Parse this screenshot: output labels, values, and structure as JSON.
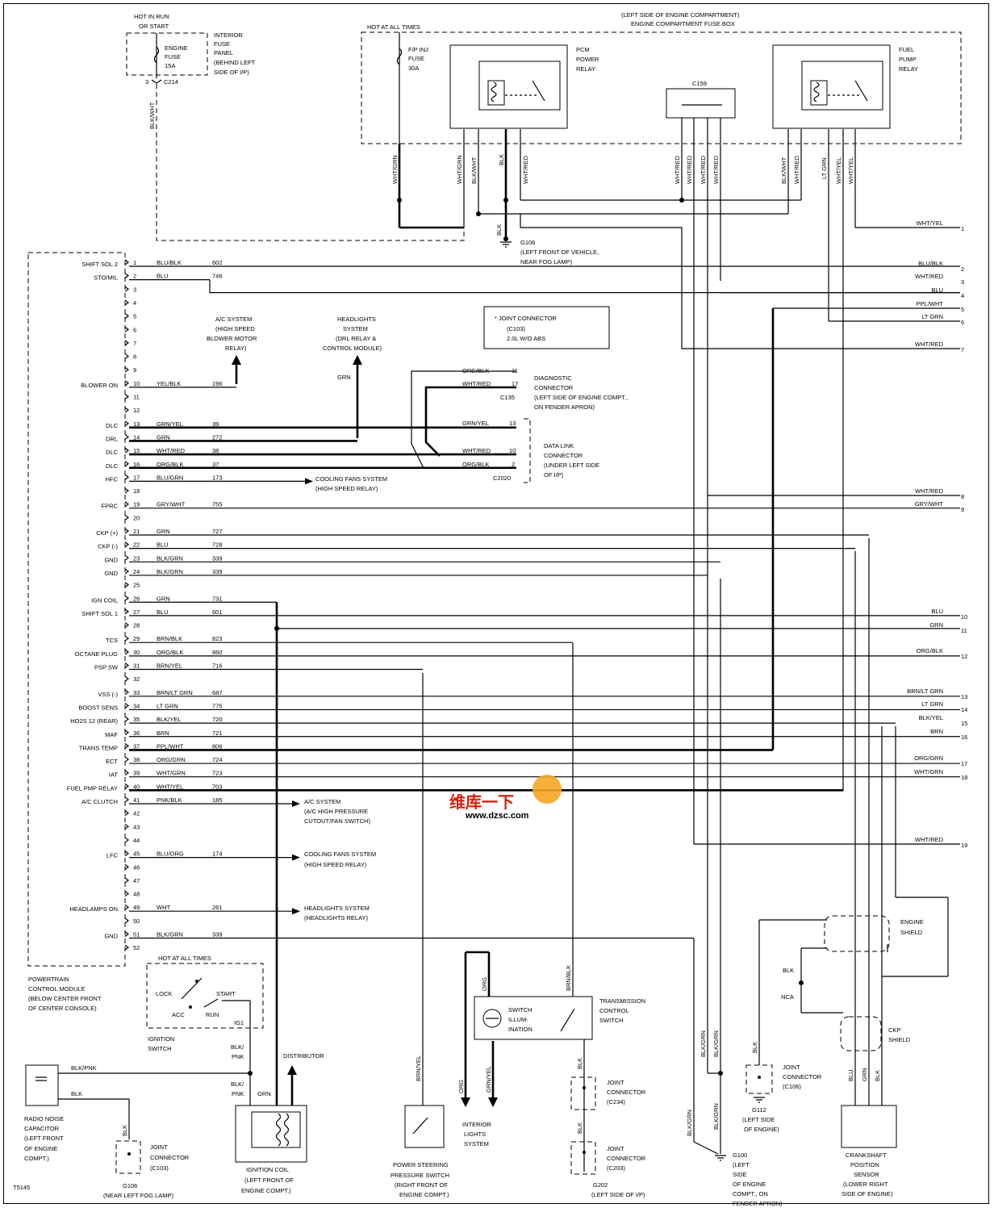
{
  "figure_id": "T5145",
  "top": {
    "hot_in_run": [
      "HOT IN RUN",
      "OR START"
    ],
    "engine_fuse": [
      "ENGINE",
      "FUSE",
      "15A"
    ],
    "interior_fuse_panel": [
      "INTERIOR",
      "FUSE",
      "PANEL",
      "(BEHIND LEFT",
      "SIDE OF I/P)"
    ],
    "c214_pin": "3",
    "c214": "C214",
    "blkwht": "BLK/WHT",
    "engine_box_title": [
      "(LEFT SIDE OF ENGINE COMPARTMENT)",
      "ENGINE COMPARTMENT FUSE BOX"
    ],
    "hot_at_all_times": "HOT AT ALL TIMES",
    "fp_inj_fuse": [
      "F/P INJ",
      "FUSE",
      "30A"
    ],
    "pcm_power_relay": [
      "PCM",
      "POWER",
      "RELAY"
    ],
    "fuel_pump_relay": [
      "FUEL",
      "PUMP",
      "RELAY"
    ],
    "c159": "C159",
    "g106_top": [
      "G106",
      "(LEFT FRONT OF VEHICLE,",
      "NEAR FOG LAMP)"
    ]
  },
  "vertical_labels": {
    "pcm_relay": [
      "WHT/GRN",
      "WHT/GRN",
      "BLK/WHT",
      "BLK",
      "WHT/RED"
    ],
    "c159": [
      "WHT/RED",
      "WHT/RED",
      "WHT/RED",
      "WHT/RED"
    ],
    "fuel_relay": [
      "BLK/WHT",
      "WHT/RED",
      "LT GRN",
      "WHT/YEL",
      "WHT/YEL"
    ],
    "blk_ground": "BLK"
  },
  "pcm": {
    "name": [
      "POWERTRAIN",
      "CONTROL MODULE",
      "(BELOW CENTER FRONT",
      "OF CENTER CONSOLE)"
    ],
    "pins": [
      {
        "n": "1",
        "label": "SHIFT SOL 2",
        "color": "BLU/BLK",
        "circuit": "602"
      },
      {
        "n": "2",
        "label": "STO/MIL",
        "color": "BLU",
        "circuit": "746"
      },
      {
        "n": "3",
        "label": "",
        "color": "",
        "circuit": ""
      },
      {
        "n": "4",
        "label": "",
        "color": "",
        "circuit": ""
      },
      {
        "n": "5",
        "label": "",
        "color": "",
        "circuit": ""
      },
      {
        "n": "6",
        "label": "",
        "color": "",
        "circuit": ""
      },
      {
        "n": "7",
        "label": "",
        "color": "",
        "circuit": ""
      },
      {
        "n": "8",
        "label": "",
        "color": "",
        "circuit": ""
      },
      {
        "n": "9",
        "label": "",
        "color": "",
        "circuit": ""
      },
      {
        "n": "10",
        "label": "BLOWER ON",
        "color": "YEL/BLK",
        "circuit": "196"
      },
      {
        "n": "11",
        "label": "",
        "color": "",
        "circuit": ""
      },
      {
        "n": "12",
        "label": "",
        "color": "",
        "circuit": ""
      },
      {
        "n": "13",
        "label": "DLC",
        "color": "GRN/YEL",
        "circuit": "39"
      },
      {
        "n": "14",
        "label": "DRL",
        "color": "GRN",
        "circuit": "272"
      },
      {
        "n": "15",
        "label": "DLC",
        "color": "WHT/RED",
        "circuit": "38"
      },
      {
        "n": "16",
        "label": "DLC",
        "color": "ORG/BLK",
        "circuit": "37"
      },
      {
        "n": "17",
        "label": "HFC",
        "color": "BLU/GRN",
        "circuit": "173"
      },
      {
        "n": "18",
        "label": "",
        "color": "",
        "circuit": ""
      },
      {
        "n": "19",
        "label": "FPRC",
        "color": "GRY/WHT",
        "circuit": "755"
      },
      {
        "n": "20",
        "label": "",
        "color": "",
        "circuit": ""
      },
      {
        "n": "21",
        "label": "CKP (+)",
        "color": "GRN",
        "circuit": "727"
      },
      {
        "n": "22",
        "label": "CKP (-)",
        "color": "BLU",
        "circuit": "728"
      },
      {
        "n": "23",
        "label": "GND",
        "color": "BLK/GRN",
        "circuit": "339"
      },
      {
        "n": "24",
        "label": "GND",
        "color": "BLK/GRN",
        "circuit": "339"
      },
      {
        "n": "25",
        "label": "",
        "color": "",
        "circuit": ""
      },
      {
        "n": "26",
        "label": "IGN COIL",
        "color": "GRN",
        "circuit": "731"
      },
      {
        "n": "27",
        "label": "SHIFT SOL 1",
        "color": "BLU",
        "circuit": "601"
      },
      {
        "n": "28",
        "label": "",
        "color": "",
        "circuit": ""
      },
      {
        "n": "29",
        "label": "TCS",
        "color": "BRN/BLK",
        "circuit": "823"
      },
      {
        "n": "30",
        "label": "OCTANE PLUG",
        "color": "ORG/BLK",
        "circuit": "860"
      },
      {
        "n": "31",
        "label": "PSP SW",
        "color": "BRN/YEL",
        "circuit": "716"
      },
      {
        "n": "32",
        "label": "",
        "color": "",
        "circuit": ""
      },
      {
        "n": "33",
        "label": "VSS (-)",
        "color": "BRN/LT GRN",
        "circuit": "687"
      },
      {
        "n": "34",
        "label": "BOOST SENS",
        "color": "LT GRN",
        "circuit": "775"
      },
      {
        "n": "35",
        "label": "HO2S 12 (REAR)",
        "color": "BLK/YEL",
        "circuit": "720"
      },
      {
        "n": "36",
        "label": "MAF",
        "color": "BRN",
        "circuit": "721"
      },
      {
        "n": "37",
        "label": "TRANS TEMP",
        "color": "PPL/WHT",
        "circuit": "806"
      },
      {
        "n": "38",
        "label": "ECT",
        "color": "ORG/GRN",
        "circuit": "724"
      },
      {
        "n": "39",
        "label": "IAT",
        "color": "WHT/GRN",
        "circuit": "723"
      },
      {
        "n": "40",
        "label": "FUEL PMP RELAY",
        "color": "WHT/YEL",
        "circuit": "703"
      },
      {
        "n": "41",
        "label": "A/C CLUTCH",
        "color": "PNK/BLK",
        "circuit": "185"
      },
      {
        "n": "42",
        "label": "",
        "color": "",
        "circuit": ""
      },
      {
        "n": "43",
        "label": "",
        "color": "",
        "circuit": ""
      },
      {
        "n": "44",
        "label": "",
        "color": "",
        "circuit": ""
      },
      {
        "n": "45",
        "label": "LFC",
        "color": "BLU/ORG",
        "circuit": "174"
      },
      {
        "n": "46",
        "label": "",
        "color": "",
        "circuit": ""
      },
      {
        "n": "47",
        "label": "",
        "color": "",
        "circuit": ""
      },
      {
        "n": "48",
        "label": "",
        "color": "",
        "circuit": ""
      },
      {
        "n": "49",
        "label": "HEADLAMPS ON",
        "color": "WHT",
        "circuit": "261"
      },
      {
        "n": "50",
        "label": "",
        "color": "",
        "circuit": ""
      },
      {
        "n": "51",
        "label": "GND",
        "color": "BLK/GRN",
        "circuit": "339"
      },
      {
        "n": "52",
        "label": "",
        "color": "",
        "circuit": ""
      }
    ]
  },
  "right_edge": [
    {
      "label": "WHT/YEL",
      "n": "1"
    },
    {
      "label": "BLU/BLK",
      "n": "2"
    },
    {
      "label": "WHT/RED",
      "n": "3"
    },
    {
      "label": "BLU",
      "n": "4"
    },
    {
      "label": "PPL/WHT",
      "n": "5"
    },
    {
      "label": "LT GRN",
      "n": "6"
    },
    {
      "label": "WHT/RED",
      "n": "7"
    },
    {
      "label": "WHT/RED",
      "n": "8"
    },
    {
      "label": "GRY/WHT",
      "n": "9"
    },
    {
      "label": "BLU",
      "n": "10"
    },
    {
      "label": "GRN",
      "n": "11"
    },
    {
      "label": "ORG/BLK",
      "n": "12"
    },
    {
      "label": "BRN/LT GRN",
      "n": "13"
    },
    {
      "label": "LT GRN",
      "n": "14"
    },
    {
      "label": "BLK/YEL",
      "n": "15"
    },
    {
      "label": "BRN",
      "n": "16"
    },
    {
      "label": "ORG/GRN",
      "n": "17"
    },
    {
      "label": "WHT/GRN",
      "n": "18"
    },
    {
      "label": "WHT/RED",
      "n": "19"
    }
  ],
  "middle": {
    "ac_system": [
      "A/C SYSTEM",
      "(HIGH SPEED",
      "BLOWER MOTOR",
      "RELAY)"
    ],
    "headlights_system": [
      "HEADLIGHTS",
      "SYSTEM",
      "(DRL RELAY &",
      "CONTROL MODULE)"
    ],
    "grn": "GRN",
    "joint_note": [
      "* JOINT CONNECTOR",
      "(C103)",
      "2.0L W/O ABS"
    ],
    "diag_pins": [
      {
        "color": "ORG/BLK",
        "n": "11"
      },
      {
        "color": "WHT/RED",
        "n": "17"
      }
    ],
    "c135": "C135",
    "diag_connector": [
      "DIAGNOSTIC",
      "CONNECTOR",
      "(LEFT SIDE OF ENGINE COMPT.,",
      "ON FENDER APRON)"
    ],
    "dlc_pins": [
      {
        "color": "GRN/YEL",
        "n": "13"
      },
      {
        "color": "WHT/RED",
        "n": "10"
      },
      {
        "color": "ORG/BLK",
        "n": "2"
      }
    ],
    "c2020": "C2020",
    "data_link": [
      "DATA LINK",
      "CONNECTOR",
      "(UNDER LEFT SIDE",
      "OF I/P)"
    ],
    "cooling_fans_1": [
      "COOLING FANS SYSTEM",
      "(HIGH SPEED RELAY)"
    ],
    "ac_system_2": [
      "A/C SYSTEM",
      "(A/C HIGH PRESSURE",
      "CUTOUT/FAN SWITCH)"
    ],
    "cooling_fans_2": [
      "COOLING FANS SYSTEM",
      "(HIGH SPEED RELAY)"
    ],
    "headlights_2": [
      "HEADLIGHTS SYSTEM",
      "(HEADLIGHTS RELAY)"
    ],
    "watermark": [
      "维库一下",
      "www.dzsc.com"
    ]
  },
  "bottom": {
    "ign_hot": "HOT AT ALL TIMES",
    "ign_positions": [
      "LOCK",
      "START",
      "ACC",
      "RUN",
      "IG1"
    ],
    "ign_switch": [
      "IGNITION",
      "SWITCH"
    ],
    "blkpnk": [
      "BLK/",
      "PNK"
    ],
    "blkpnk2": [
      "BLK/",
      "PNK"
    ],
    "grn": "GRN",
    "distributor": "DISTRIBUTOR",
    "ign_coil": [
      "IGNITION COIL",
      "(LEFT FRONT OF",
      "ENGINE COMPT.)"
    ],
    "radio_blkpnk": "BLK/PNK",
    "radio_blk": "BLK",
    "radio_cap": [
      "RADIO NOISE",
      "CAPACITOR",
      "(LEFT FRONT",
      "OF ENGINE",
      "COMPT.)"
    ],
    "blk_v": "BLK",
    "joint_c103": [
      "JOINT",
      "CONNECTOR",
      "(C103)"
    ],
    "g106_bottom": [
      "G106",
      "(NEAR LEFT FOG LAMP)"
    ],
    "brnyel": "BRN/YEL",
    "psp": [
      "POWER STEERING",
      "PRESSURE SWITCH",
      "(RIGHT FRONT OF",
      "ENGINE COMPT.)"
    ],
    "org": "ORG",
    "org2": "ORG",
    "grnyel": "GRN/YEL",
    "switch_illum": [
      "SWITCH",
      "ILLUM-",
      "INATION"
    ],
    "interior_lights": [
      "INTERIOR",
      "LIGHTS",
      "SYSTEM"
    ],
    "brnblk": "BRN/BLK",
    "tcs": [
      "TRANSMISSION",
      "CONTROL",
      "SWITCH"
    ],
    "blk_c234": "BLK",
    "c234": [
      "JOINT",
      "CONNECTOR",
      "(C234)"
    ],
    "blk_c203": "BLK",
    "c203": [
      "JOINT",
      "CONNECTOR",
      "(C203)"
    ],
    "g202": [
      "G202",
      "(LEFT SIDE OF I/P)"
    ],
    "blkgrn": [
      "BLK/GRN",
      "BLK/GRN",
      "BLK/GRN",
      "BLK/GRN"
    ],
    "g100": [
      "G100",
      "(LEFT",
      "SIDE",
      "OF ENGINE",
      "COMPT., ON",
      "FENDER APRON)"
    ],
    "blk_c106": "BLK",
    "c106": [
      "JOINT",
      "CONNECTOR",
      "(C106)"
    ],
    "g112": [
      "G112",
      "(LEFT SIDE",
      "OF ENGINE)"
    ],
    "engine_shield": [
      "ENGINE",
      "SHIELD"
    ],
    "blk_shield": "BLK",
    "nca": "NCA",
    "ckp_shield": [
      "CKP",
      "SHIELD"
    ],
    "ckp_wires": [
      "BLU",
      "GRN",
      "BLK"
    ],
    "ckp_sensor": [
      "CRANKSHAFT",
      "POSITION",
      "SENSOR",
      "(LOWER RIGHT",
      "SIDE OF ENGINE)"
    ]
  }
}
